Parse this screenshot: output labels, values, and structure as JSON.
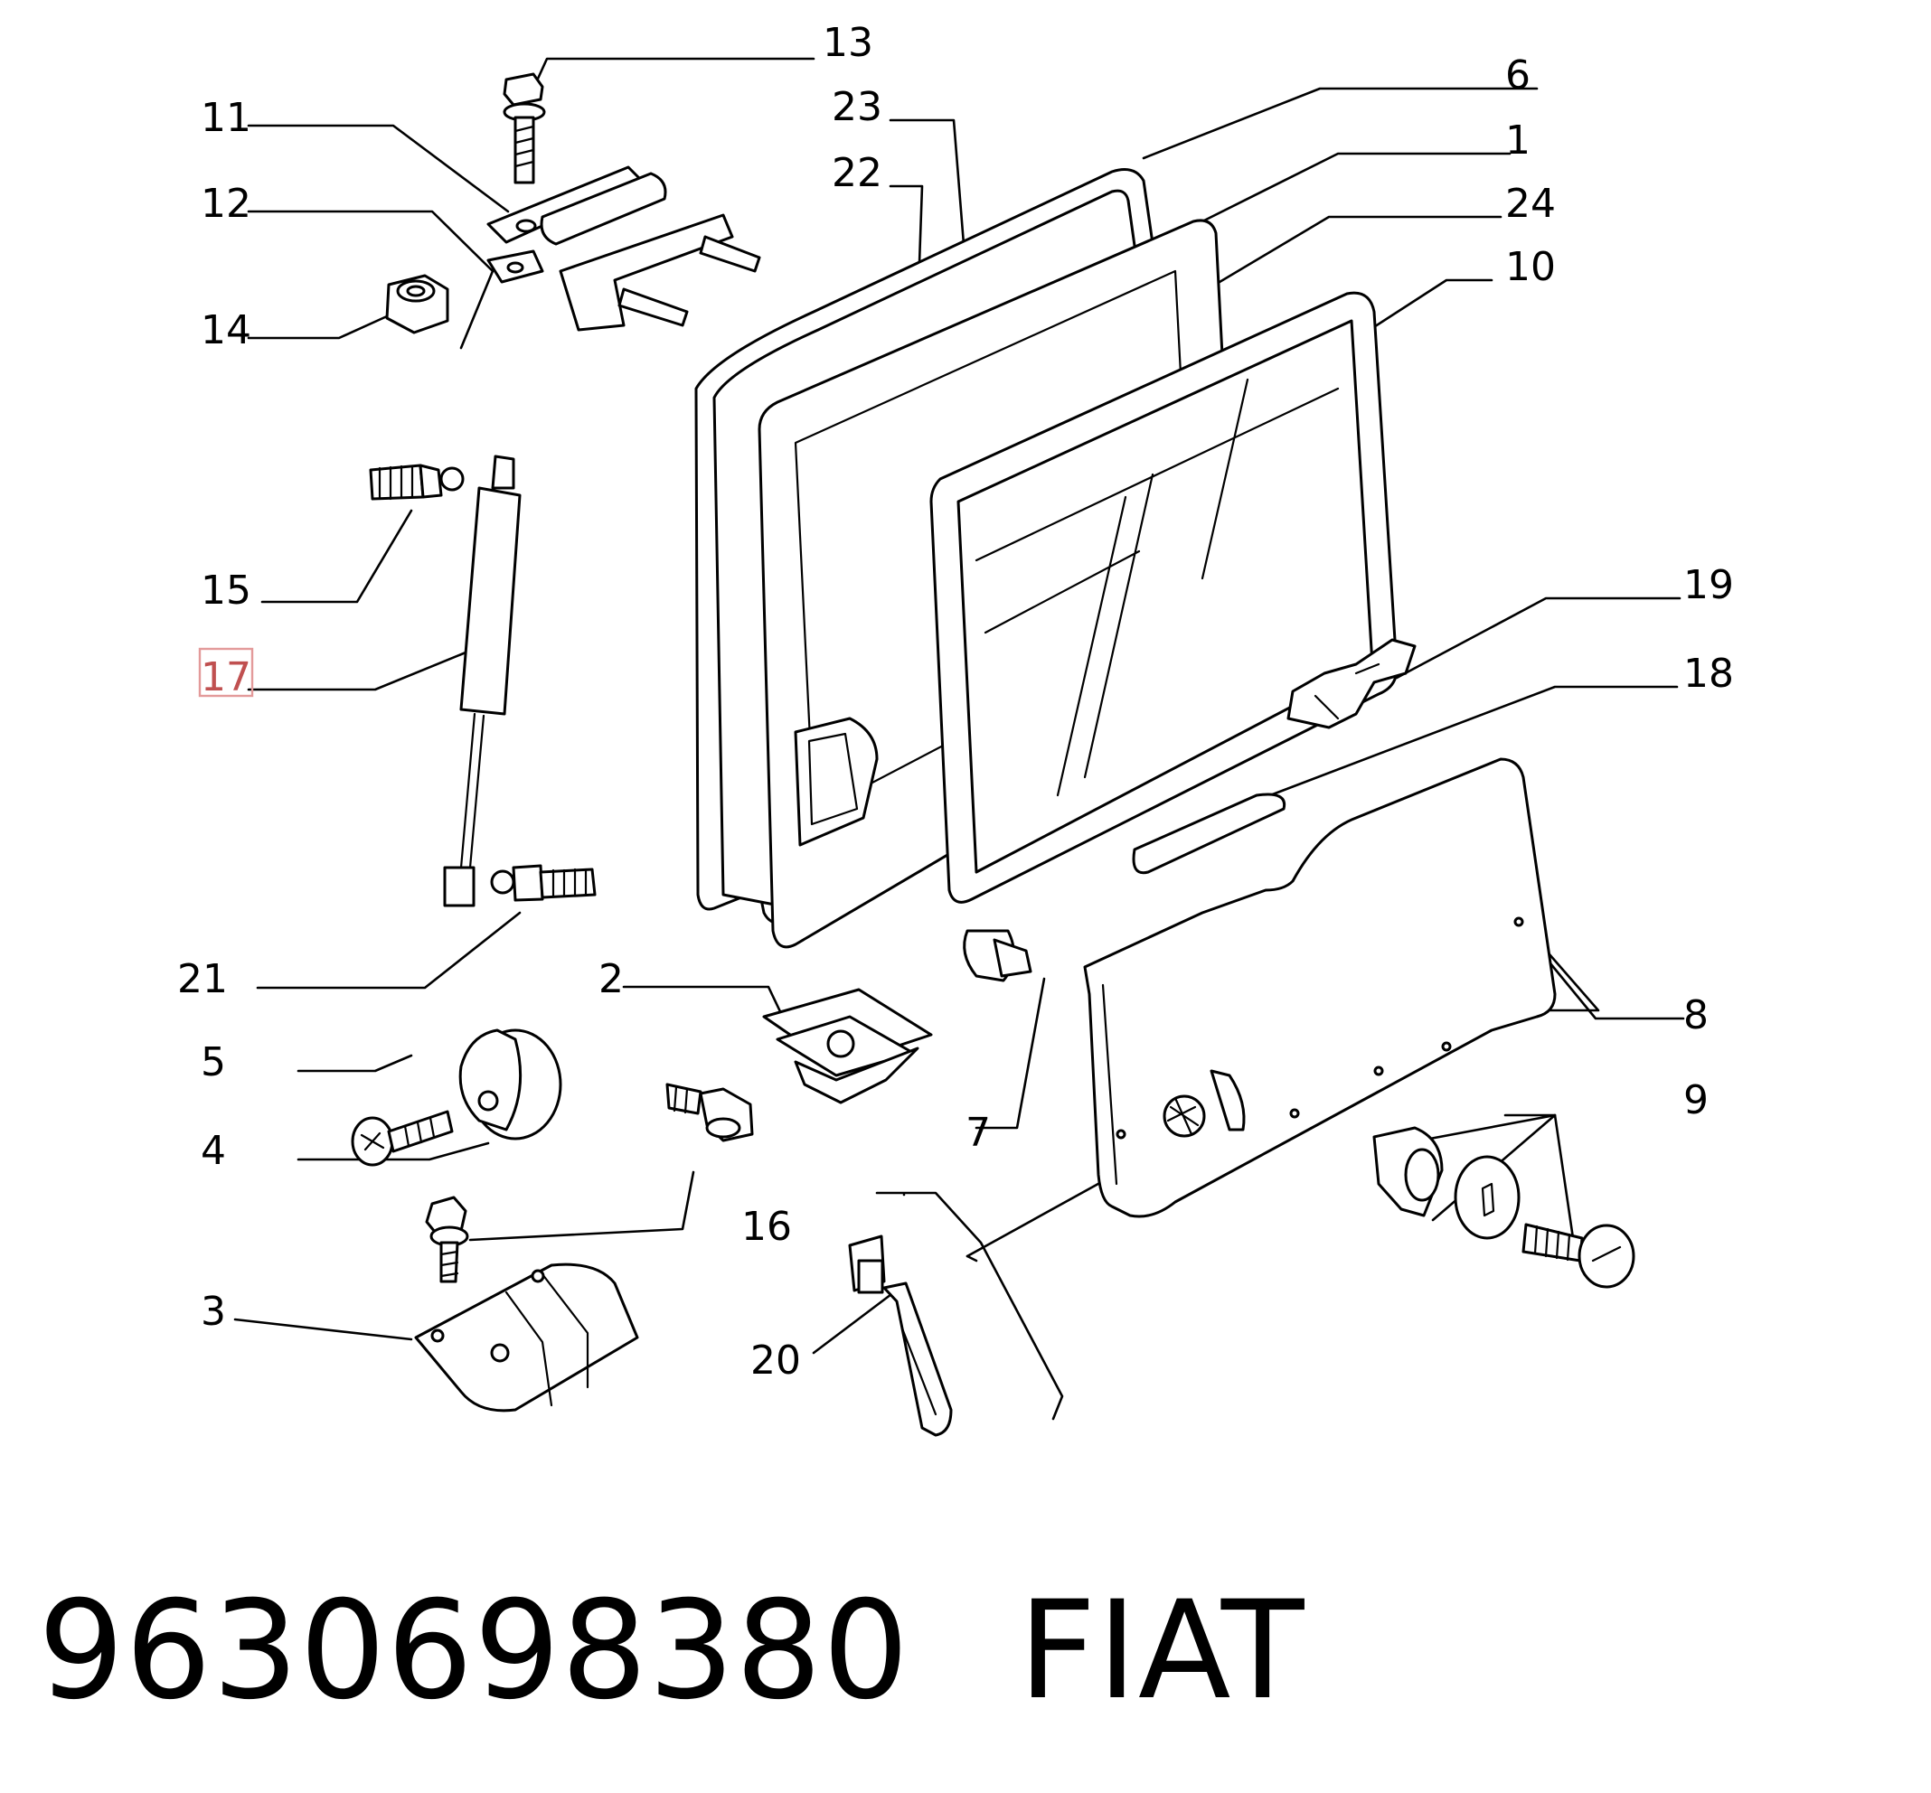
{
  "callouts": {
    "c1": "1",
    "c2": "2",
    "c3": "3",
    "c4": "4",
    "c5": "5",
    "c6": "6",
    "c7": "7",
    "c8": "8",
    "c9": "9",
    "c10": "10",
    "c11": "11",
    "c12": "12",
    "c13": "13",
    "c14": "14",
    "c15": "15",
    "c16": "16",
    "c17": "17",
    "c18": "18",
    "c19": "19",
    "c20": "20",
    "c21": "21",
    "c22": "22",
    "c23": "23",
    "c24": "24"
  },
  "highlighted_callout": "17",
  "highlight_color": "#e39a9a",
  "footer": {
    "part_number": "9630698380",
    "brand": "FIAT"
  }
}
